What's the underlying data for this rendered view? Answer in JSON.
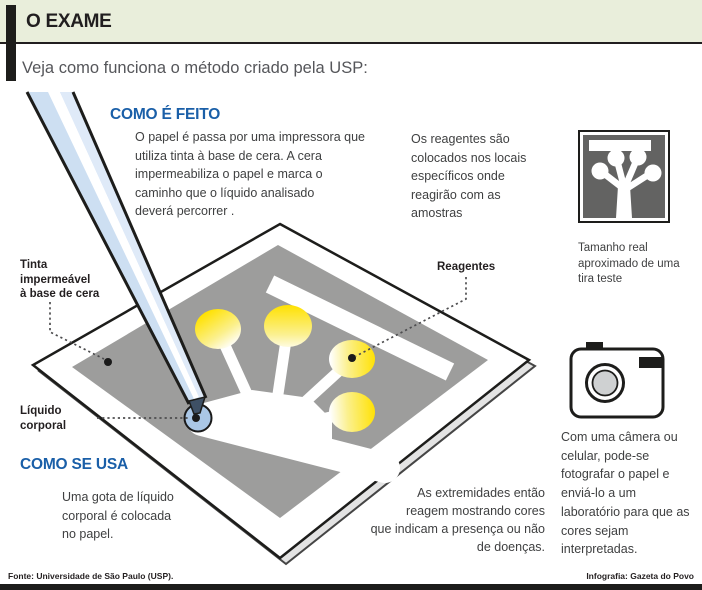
{
  "header": {
    "title": "O EXAME",
    "subtitle": "Veja como funciona o método criado pela USP:"
  },
  "sections": {
    "como_e_feito": {
      "heading": "COMO É FEITO",
      "lines": [
        "O papel é passa por uma impressora que",
        "utiliza tinta à base de cera. A cera",
        "impermeabiliza o papel e marca o",
        "caminho que o líquido analisado",
        "deverá percorrer ."
      ]
    },
    "reagentes_nota": {
      "lines": [
        "Os reagentes são",
        "colocados nos locais",
        "específicos onde",
        "reagirão com as",
        "amostras"
      ]
    },
    "como_se_usa": {
      "heading": "COMO SE USA",
      "lines": [
        "Uma gota de líquido",
        "corporal é colocada",
        "no papel."
      ]
    },
    "extremidades_nota": {
      "lines": [
        "As extremidades então",
        "reagem mostrando cores",
        "que indicam a presença ou não",
        "de doenças."
      ]
    }
  },
  "labels": {
    "tinta": {
      "lines": [
        "Tinta",
        "impermeável",
        "à base de cera"
      ]
    },
    "liquido": {
      "lines": [
        "Líquido",
        "corporal"
      ]
    },
    "reagentes": "Reagentes"
  },
  "aside": {
    "tira_caption_lines": [
      "Tamanho real",
      "aproximado de uma",
      "tira teste"
    ],
    "camera_caption_lines": [
      "Com uma câmera ou",
      "celular, pode-se",
      "fotografar o papel e",
      "enviá-lo a um",
      "laboratório para que as",
      "cores sejam",
      "interpretadas."
    ]
  },
  "footer": {
    "source": "Fonte: Universidade de São Paulo (USP).",
    "credit": "Infografia: Gazeta do Povo"
  },
  "icons": {
    "strip": "test-strip-icon",
    "camera": "camera-icon"
  },
  "colors": {
    "band_green": "#e9eedb",
    "accent_blue": "#1a5fa8",
    "ink_black": "#1d1d1b",
    "text_gray": "#3f4041",
    "wax_gray": "#9d9d9c",
    "icon_gray": "#636362",
    "reagent_yellow": "#ffe100",
    "drop_blue": "#aac7e6",
    "pen_blue": "#d4e3f4"
  }
}
